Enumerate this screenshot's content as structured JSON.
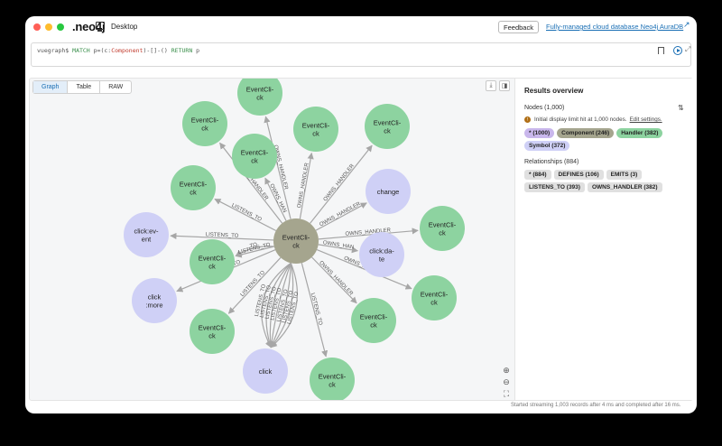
{
  "app": {
    "logo": ".neo4j",
    "mode_label": "Desktop",
    "feedback_label": "Feedback",
    "aura_link": "Fully-managed cloud database Neo4j AuraDB"
  },
  "query": {
    "prompt": "vuegraph$",
    "kw_match": "MATCH",
    "part1": " p=(c:",
    "label": "Component",
    "part2": ")-[]-() ",
    "kw_return": "RETURN",
    "part3": " p"
  },
  "view_tabs": [
    "Graph",
    "Table",
    "RAW"
  ],
  "colors": {
    "component": "#a5a58e",
    "handler": "#8dd3a0",
    "symbol": "#cfd0f6",
    "all": "#c9b7ec",
    "rel": "#e0e0e0",
    "edge": "#a6a6a6"
  },
  "graph": {
    "center": {
      "label": [
        "EventCli-",
        "ck"
      ]
    },
    "nodes": [
      {
        "id": "n1",
        "type": "handler",
        "label": [
          "EventCli-",
          "ck"
        ]
      },
      {
        "id": "n2",
        "type": "handler",
        "label": [
          "EventCli-",
          "ck"
        ]
      },
      {
        "id": "n3",
        "type": "handler",
        "label": [
          "EventCli-",
          "ck"
        ]
      },
      {
        "id": "n4",
        "type": "handler",
        "label": [
          "EventCli-",
          "ck"
        ]
      },
      {
        "id": "n5",
        "type": "handler",
        "label": [
          "EventCli-",
          "ck"
        ]
      },
      {
        "id": "n6",
        "type": "symbol",
        "label": [
          "change"
        ]
      },
      {
        "id": "n7",
        "type": "handler",
        "label": [
          "EventCli-",
          "ck"
        ]
      },
      {
        "id": "n8",
        "type": "handler",
        "label": [
          "EventCli-",
          "ck"
        ]
      },
      {
        "id": "n9",
        "type": "symbol",
        "label": [
          "click:ev-",
          "ent"
        ]
      },
      {
        "id": "n10",
        "type": "symbol",
        "label": [
          "click:da-",
          "te"
        ]
      },
      {
        "id": "n11",
        "type": "handler",
        "label": [
          "EventCli-",
          "ck"
        ]
      },
      {
        "id": "n12",
        "type": "handler",
        "label": [
          "EventCli-",
          "ck"
        ]
      },
      {
        "id": "n13",
        "type": "symbol",
        "label": [
          "click",
          ":more"
        ]
      },
      {
        "id": "n14",
        "type": "handler",
        "label": [
          "EventCli-",
          "ck"
        ]
      },
      {
        "id": "n15",
        "type": "handler",
        "label": [
          "EventCli-",
          "ck"
        ]
      },
      {
        "id": "n16",
        "type": "symbol",
        "label": [
          "click"
        ]
      },
      {
        "id": "n17",
        "type": "handler",
        "label": [
          "EventCli-",
          "ck"
        ]
      }
    ],
    "edge_labels": [
      "OWNS_HANDLER",
      "OWNS_HANDLER",
      "OWNS_HANDLER",
      "OWNS_HAN",
      "OWNS_HANDLER",
      "OWNS_HANDLER",
      "OWNS_HANDLER",
      "LISTENS_TO",
      "LISTENS_TO",
      "LISTENS_TO",
      "LISTENS_TO",
      "LISTENS_TO",
      "LISTENS_TO",
      "LISTENS_TO",
      "LISTENS_TO",
      "LISTENS_TO",
      "LISTENS_TO",
      "LISTENS_TO",
      "LISTENS_TO",
      "TO",
      "OWNS_HAN",
      "OWNS_HANDLER",
      "OWNS_HANDLER"
    ]
  },
  "results": {
    "title": "Results overview",
    "nodes_label": "Nodes (1,000)",
    "warning_icon": "!",
    "warning_text": "Initial display limit hit at 1,000 nodes.",
    "warning_link": "Edit settings.",
    "node_pills": [
      {
        "text": "* (1000)",
        "color_key": "all"
      },
      {
        "text": "Component (246)",
        "color_key": "component"
      },
      {
        "text": "Handler (382)",
        "color_key": "handler"
      },
      {
        "text": "Symbol (372)",
        "color_key": "symbol"
      }
    ],
    "rels_label": "Relationships (884)",
    "rel_pills": [
      {
        "text": "* (884)"
      },
      {
        "text": "DEFINES (106)"
      },
      {
        "text": "EMITS (3)"
      },
      {
        "text": "LISTENS_TO (393)"
      },
      {
        "text": "OWNS_HANDLER (382)"
      }
    ]
  },
  "footer": "Started streaming 1,003 records after 4 ms and completed after 16 ms."
}
